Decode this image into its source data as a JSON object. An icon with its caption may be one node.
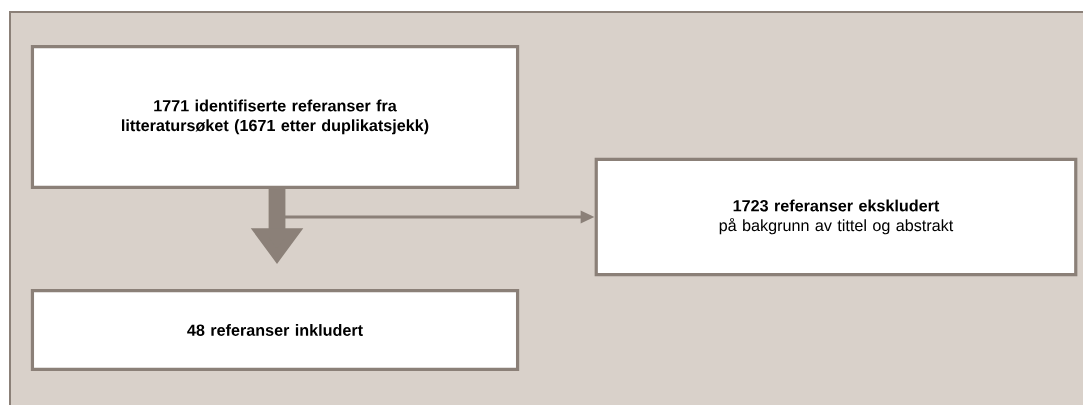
{
  "diagram": {
    "nodes": [
      {
        "text": [
          "1771 identifiserte referanser fra litteratursøket  (1671 etter duplikatsjekk)"
        ]
      },
      {
        "text": [
          "1723 referanser ekskludert",
          "på bakgrunn av tittel og abstrakt"
        ]
      },
      {
        "text": [
          "48 referanser inkludert"
        ]
      }
    ],
    "edges": [
      {
        "from": 0,
        "to": 1,
        "arrow": "to"
      },
      {
        "from": 0,
        "to": 2,
        "arrow": "to",
        "style": "thick"
      }
    ]
  }
}
